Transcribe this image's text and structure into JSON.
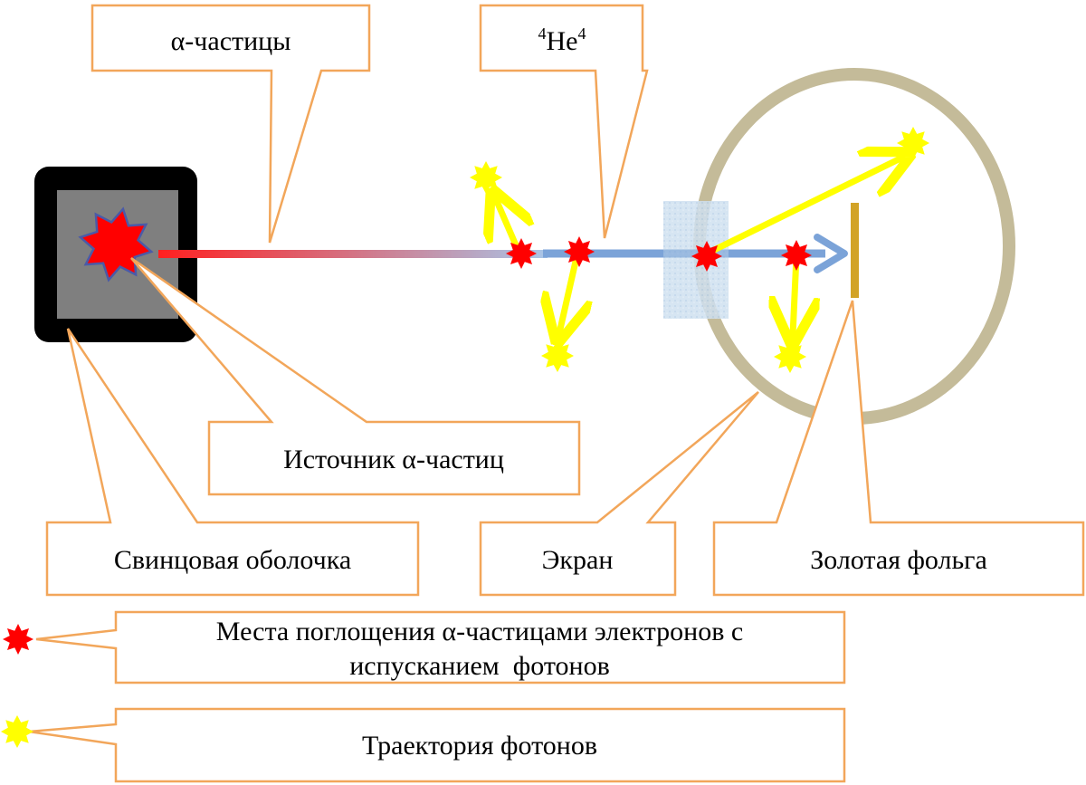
{
  "colors": {
    "callout_border": "#f2a65a",
    "callout_fill": "#ffffff",
    "lead_casing": "#000000",
    "source_core": "#7f7f7f",
    "absorption_star": "#ff0000",
    "absorption_star_outline": "#4a5aa8",
    "photon_star": "#ffff00",
    "photon_track": "#ffff00",
    "alpha_beam_start": "#ff2020",
    "alpha_beam_end": "#a9c4e6",
    "helium_beam": "#7ba3d8",
    "screen_ring": "#c4bb99",
    "screen_plate": "#cfe0f0",
    "gold_foil": "#d2a327"
  },
  "labels": {
    "alpha_particles": "α-частицы",
    "helium_mass": "4",
    "helium_symbol": "He",
    "helium_charge": "4",
    "alpha_source": "Источник α-частиц",
    "lead_shell": "Свинцовая оболочка",
    "screen": "Экран",
    "gold_foil": "Золотая фольга"
  },
  "legend": {
    "absorption_line1": "Места поглощения α-частицами электронов с",
    "absorption_line2": "испусканием  фотонов",
    "photon_trajectory": "Траектория фотонов"
  }
}
